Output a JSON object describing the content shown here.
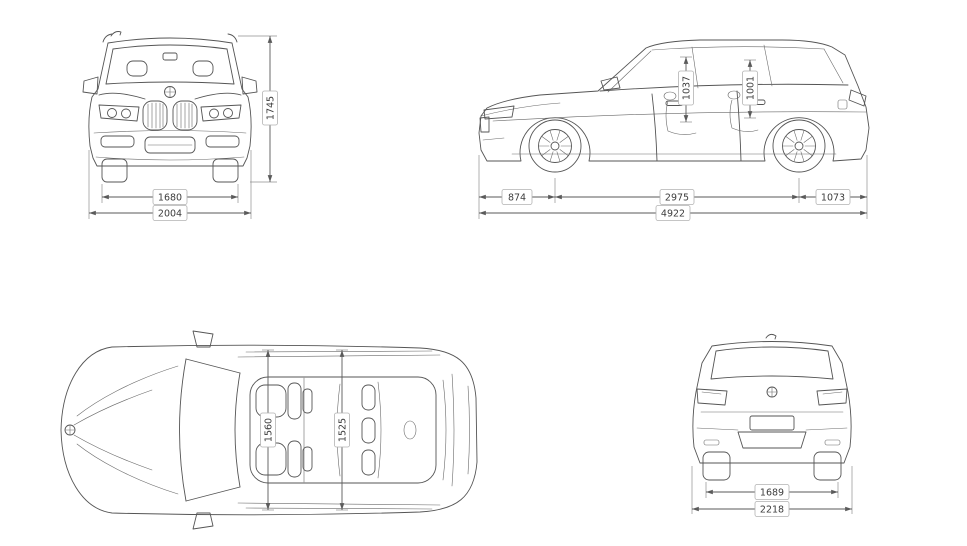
{
  "palette": {
    "background": "#ffffff",
    "line": "#555555",
    "dimension": "#5a5a5a",
    "label_border": "#b3b3b3"
  },
  "views": {
    "front": {
      "height": "1745",
      "track_width": "1680",
      "overall_width": "2004"
    },
    "side": {
      "front_headroom": "1037",
      "rear_headroom": "1001",
      "front_overhang": "874",
      "wheelbase": "2975",
      "rear_overhang": "1073",
      "overall_length": "4922"
    },
    "top": {
      "front_interior_width": "1560",
      "rear_interior_width": "1525"
    },
    "rear": {
      "track_width": "1689",
      "overall_width": "2218"
    }
  }
}
